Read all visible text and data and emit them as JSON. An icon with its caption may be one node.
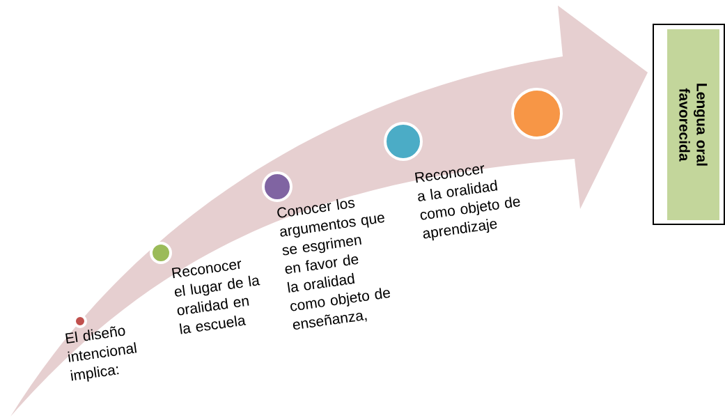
{
  "diagram": {
    "nodes": [
      {
        "text": [],
        "shape": "circle",
        "beside": [
          "El diseño intencional implica:"
        ]
      },
      {
        "text": [],
        "shape": "circle",
        "beside": [
          "Reconocer el lugar de la oralidad en la escuela"
        ]
      },
      {
        "text": [],
        "shape": "circle",
        "beside": [
          "Conocer los argumentos que se esgrimen en favor de la oralidad como objeto de enseñanza,"
        ]
      },
      {
        "text": [],
        "shape": "circle",
        "beside": [
          "Reconocer a la oralidad como objeto de aprendizaje"
        ]
      },
      {
        "text": [],
        "shape": "circle"
      },
      {
        "text": [
          "Lengua oral favorecida"
        ]
      }
    ]
  }
}
